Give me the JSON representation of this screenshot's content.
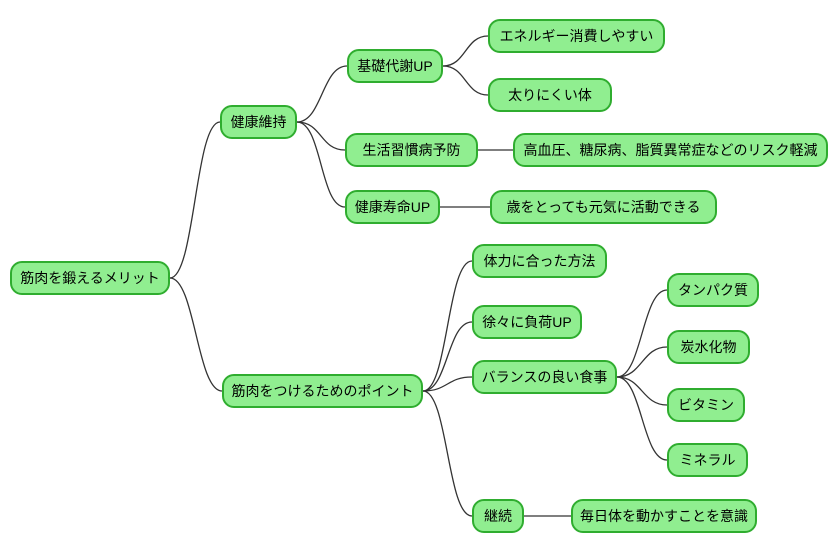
{
  "diagram": {
    "type": "mindmap",
    "orientation": "left-to-right",
    "root_label": "筋肉を鍛えるメリット"
  },
  "colors": {
    "background": "#ffffff",
    "node_fill": "#90ee90",
    "node_border": "#2fad2f",
    "node_text": "#000000",
    "link_line": "#333333"
  },
  "nodes": [
    {
      "id": "root",
      "label": "筋肉を鍛えるメリット",
      "parent": null,
      "level": 0
    },
    {
      "id": "health-maintenance",
      "label": "健康維持",
      "parent": "root",
      "level": 1
    },
    {
      "id": "basal-metabolism-up",
      "label": "基礎代謝UP",
      "parent": "health-maintenance",
      "level": 2
    },
    {
      "id": "easy-energy-consumption",
      "label": "エネルギー消費しやすい",
      "parent": "basal-metabolism-up",
      "level": 3
    },
    {
      "id": "hard-to-gain-weight",
      "label": "太りにくい体",
      "parent": "basal-metabolism-up",
      "level": 3
    },
    {
      "id": "lifestyle-disease-prevention",
      "label": "生活習慣病予防",
      "parent": "health-maintenance",
      "level": 2
    },
    {
      "id": "risk-reduction",
      "label": "高血圧、糖尿病、脂質異常症などのリスク軽減",
      "parent": "lifestyle-disease-prevention",
      "level": 3
    },
    {
      "id": "healthy-lifespan-up",
      "label": "健康寿命UP",
      "parent": "health-maintenance",
      "level": 2
    },
    {
      "id": "active-in-old-age",
      "label": "歳をとっても元気に活動できる",
      "parent": "healthy-lifespan-up",
      "level": 3
    },
    {
      "id": "muscle-building-points",
      "label": "筋肉をつけるためのポイント",
      "parent": "root",
      "level": 1
    },
    {
      "id": "method-matching-fitness",
      "label": "体力に合った方法",
      "parent": "muscle-building-points",
      "level": 2
    },
    {
      "id": "gradual-load-up",
      "label": "徐々に負荷UP",
      "parent": "muscle-building-points",
      "level": 2
    },
    {
      "id": "balanced-diet",
      "label": "バランスの良い食事",
      "parent": "muscle-building-points",
      "level": 2
    },
    {
      "id": "protein",
      "label": "タンパク質",
      "parent": "balanced-diet",
      "level": 3
    },
    {
      "id": "carbohydrate",
      "label": "炭水化物",
      "parent": "balanced-diet",
      "level": 3
    },
    {
      "id": "vitamin",
      "label": "ビタミン",
      "parent": "balanced-diet",
      "level": 3
    },
    {
      "id": "mineral",
      "label": "ミネラル",
      "parent": "balanced-diet",
      "level": 3
    },
    {
      "id": "continuation",
      "label": "継続",
      "parent": "muscle-building-points",
      "level": 2
    },
    {
      "id": "daily-movement-awareness",
      "label": "毎日体を動かすことを意識",
      "parent": "continuation",
      "level": 3
    }
  ]
}
